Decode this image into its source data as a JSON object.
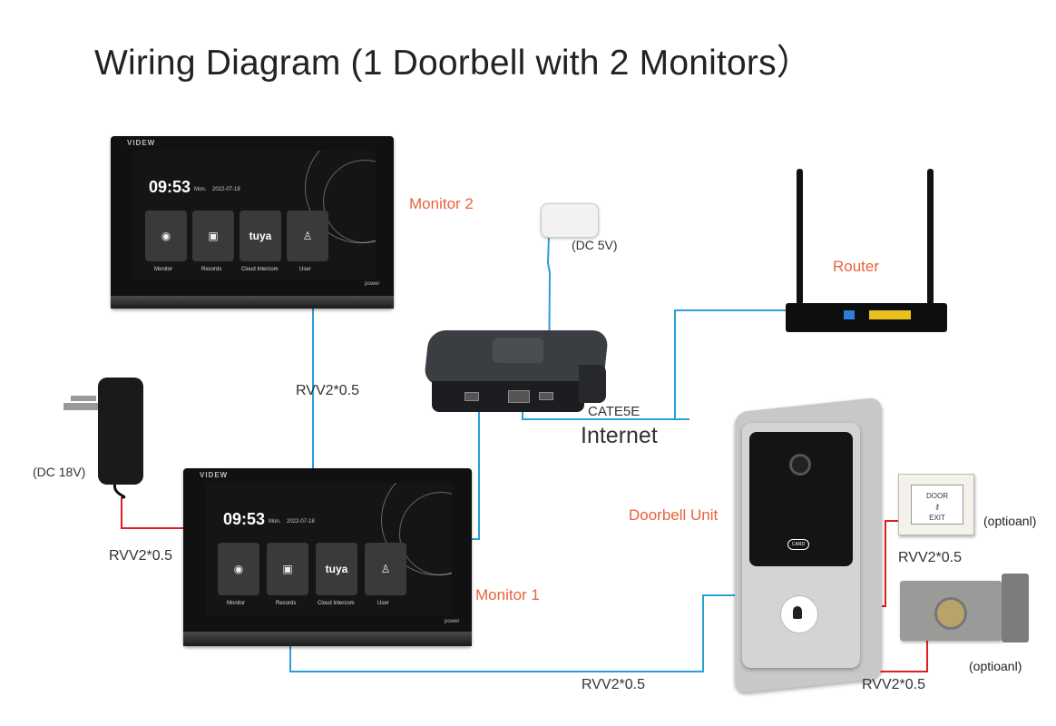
{
  "title": "Wiring Diagram (1 Doorbell with 2 Monitors）",
  "labels": {
    "monitor2": "Monitor 2",
    "monitor1": "Monitor 1",
    "router": "Router",
    "doorbell_unit": "Doorbell Unit",
    "dc5v": "(DC 5V)",
    "dc18v": "(DC 18V)",
    "cable_m2_m1": "RVV2*0.5",
    "cable_power": "RVV2*0.5",
    "cable_m1_doorbell": "RVV2*0.5",
    "cable_exit": "RVV2*0.5",
    "cable_lock": "RVV2*0.5",
    "cate5e": "CATE5E",
    "internet": "Internet",
    "optional_exit": "(optioanl)",
    "optional_lock": "(optioanl)"
  },
  "monitor_ui": {
    "brand": "VIDEW",
    "time": "09:53",
    "day": "Mon.",
    "date": "2022-07-18",
    "tiles": [
      "Monitor",
      "Records",
      "Cloud Intercom",
      "User"
    ],
    "tuya": "tuya",
    "power_label": "power"
  },
  "exit_button_text": [
    "DOOR",
    "EXIT"
  ],
  "doorbell_card_text": "CARD",
  "colors": {
    "accent_orange": "#e8633a",
    "cable_blue": "#2a9fd8",
    "cable_red": "#e02020"
  }
}
